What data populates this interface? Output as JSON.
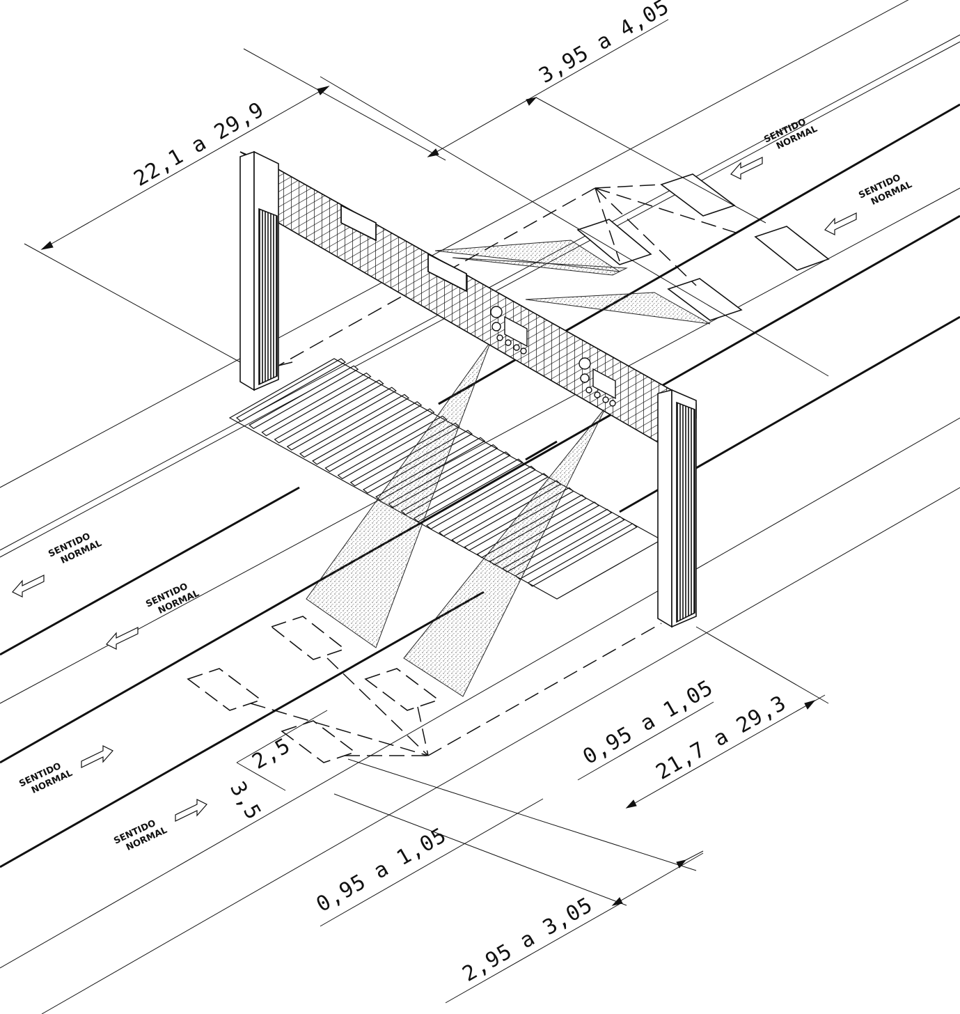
{
  "dimensions": {
    "top_span": "22,1 a 29,9",
    "top_lane": "3,95 a 4,05",
    "right_offset": "0,95 a 1,05",
    "bottom_span": "21,7 a 29,3",
    "bottom_offset": "0,95 a 1,05",
    "bottom_lane": "2,95 a 3,05",
    "loop_width": "2,5",
    "loop_length": "3,5"
  },
  "directions": {
    "line1": "SENTIDO",
    "line2": "NORMAL"
  },
  "colors": {
    "line": "#111111",
    "stipple": "#666666"
  }
}
